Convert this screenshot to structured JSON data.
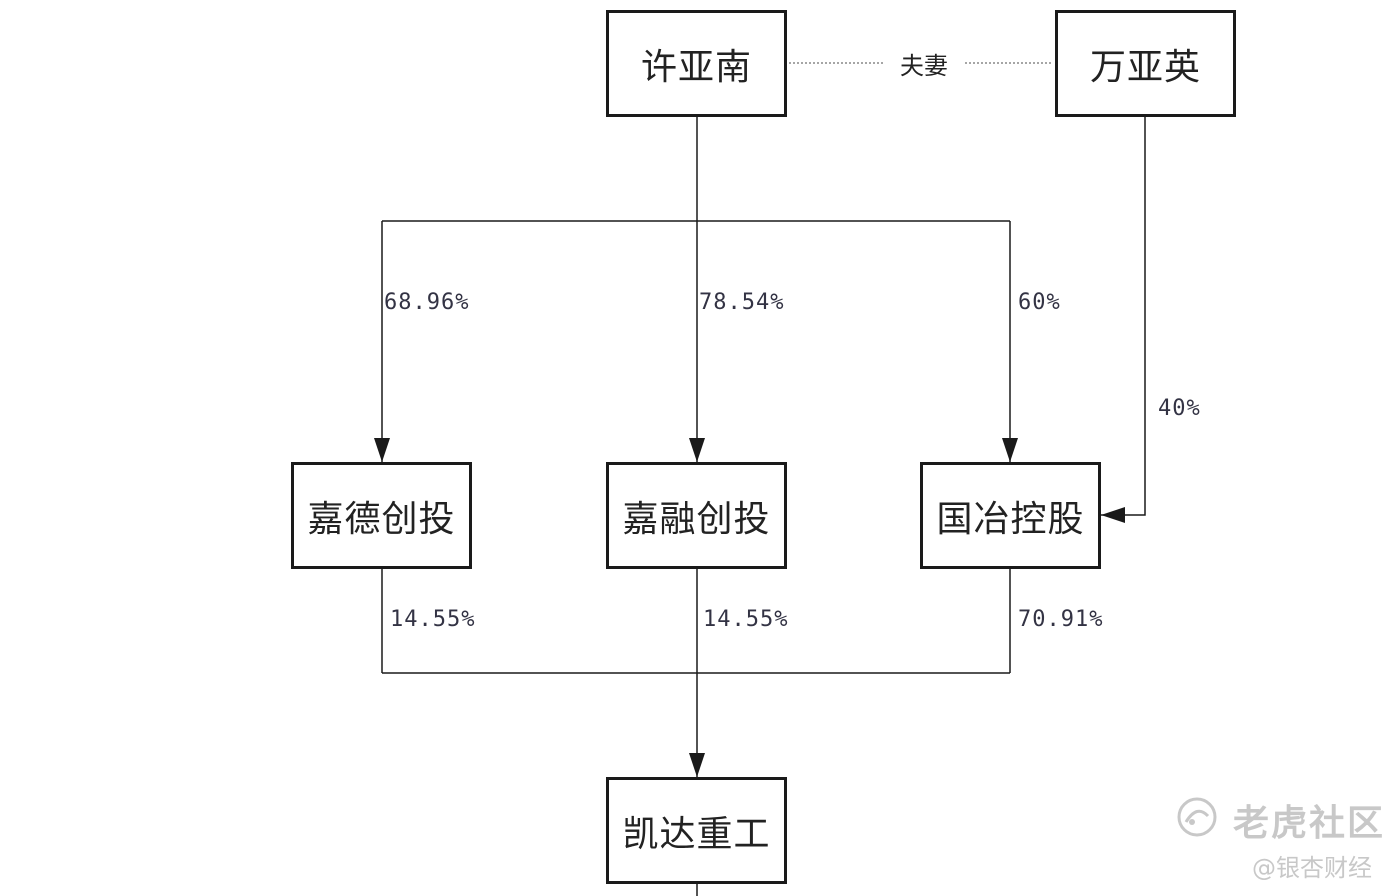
{
  "nodes": {
    "xu_ya_nan": "许亚南",
    "wan_ya_ying": "万亚英",
    "jia_de": "嘉德创投",
    "jia_rong": "嘉融创投",
    "guo_ye": "国冶控股",
    "kai_da": "凯达重工"
  },
  "relation": {
    "spouse_label": "夫妻"
  },
  "edges": {
    "xyn_to_jiade": "68.96%",
    "xyn_to_jiarong": "78.54%",
    "xyn_to_guoye": "60%",
    "wyy_to_guoye": "40%",
    "jiade_to_kaida": "14.55%",
    "jiarong_to_kaida": "14.55%",
    "guoye_to_kaida": "70.91%"
  },
  "watermark": {
    "brand": "老虎社区",
    "credit": "@银杏财经"
  },
  "colors": {
    "line": "#1a1a1a",
    "text": "#222222",
    "watermark": "#c8c8c8"
  }
}
